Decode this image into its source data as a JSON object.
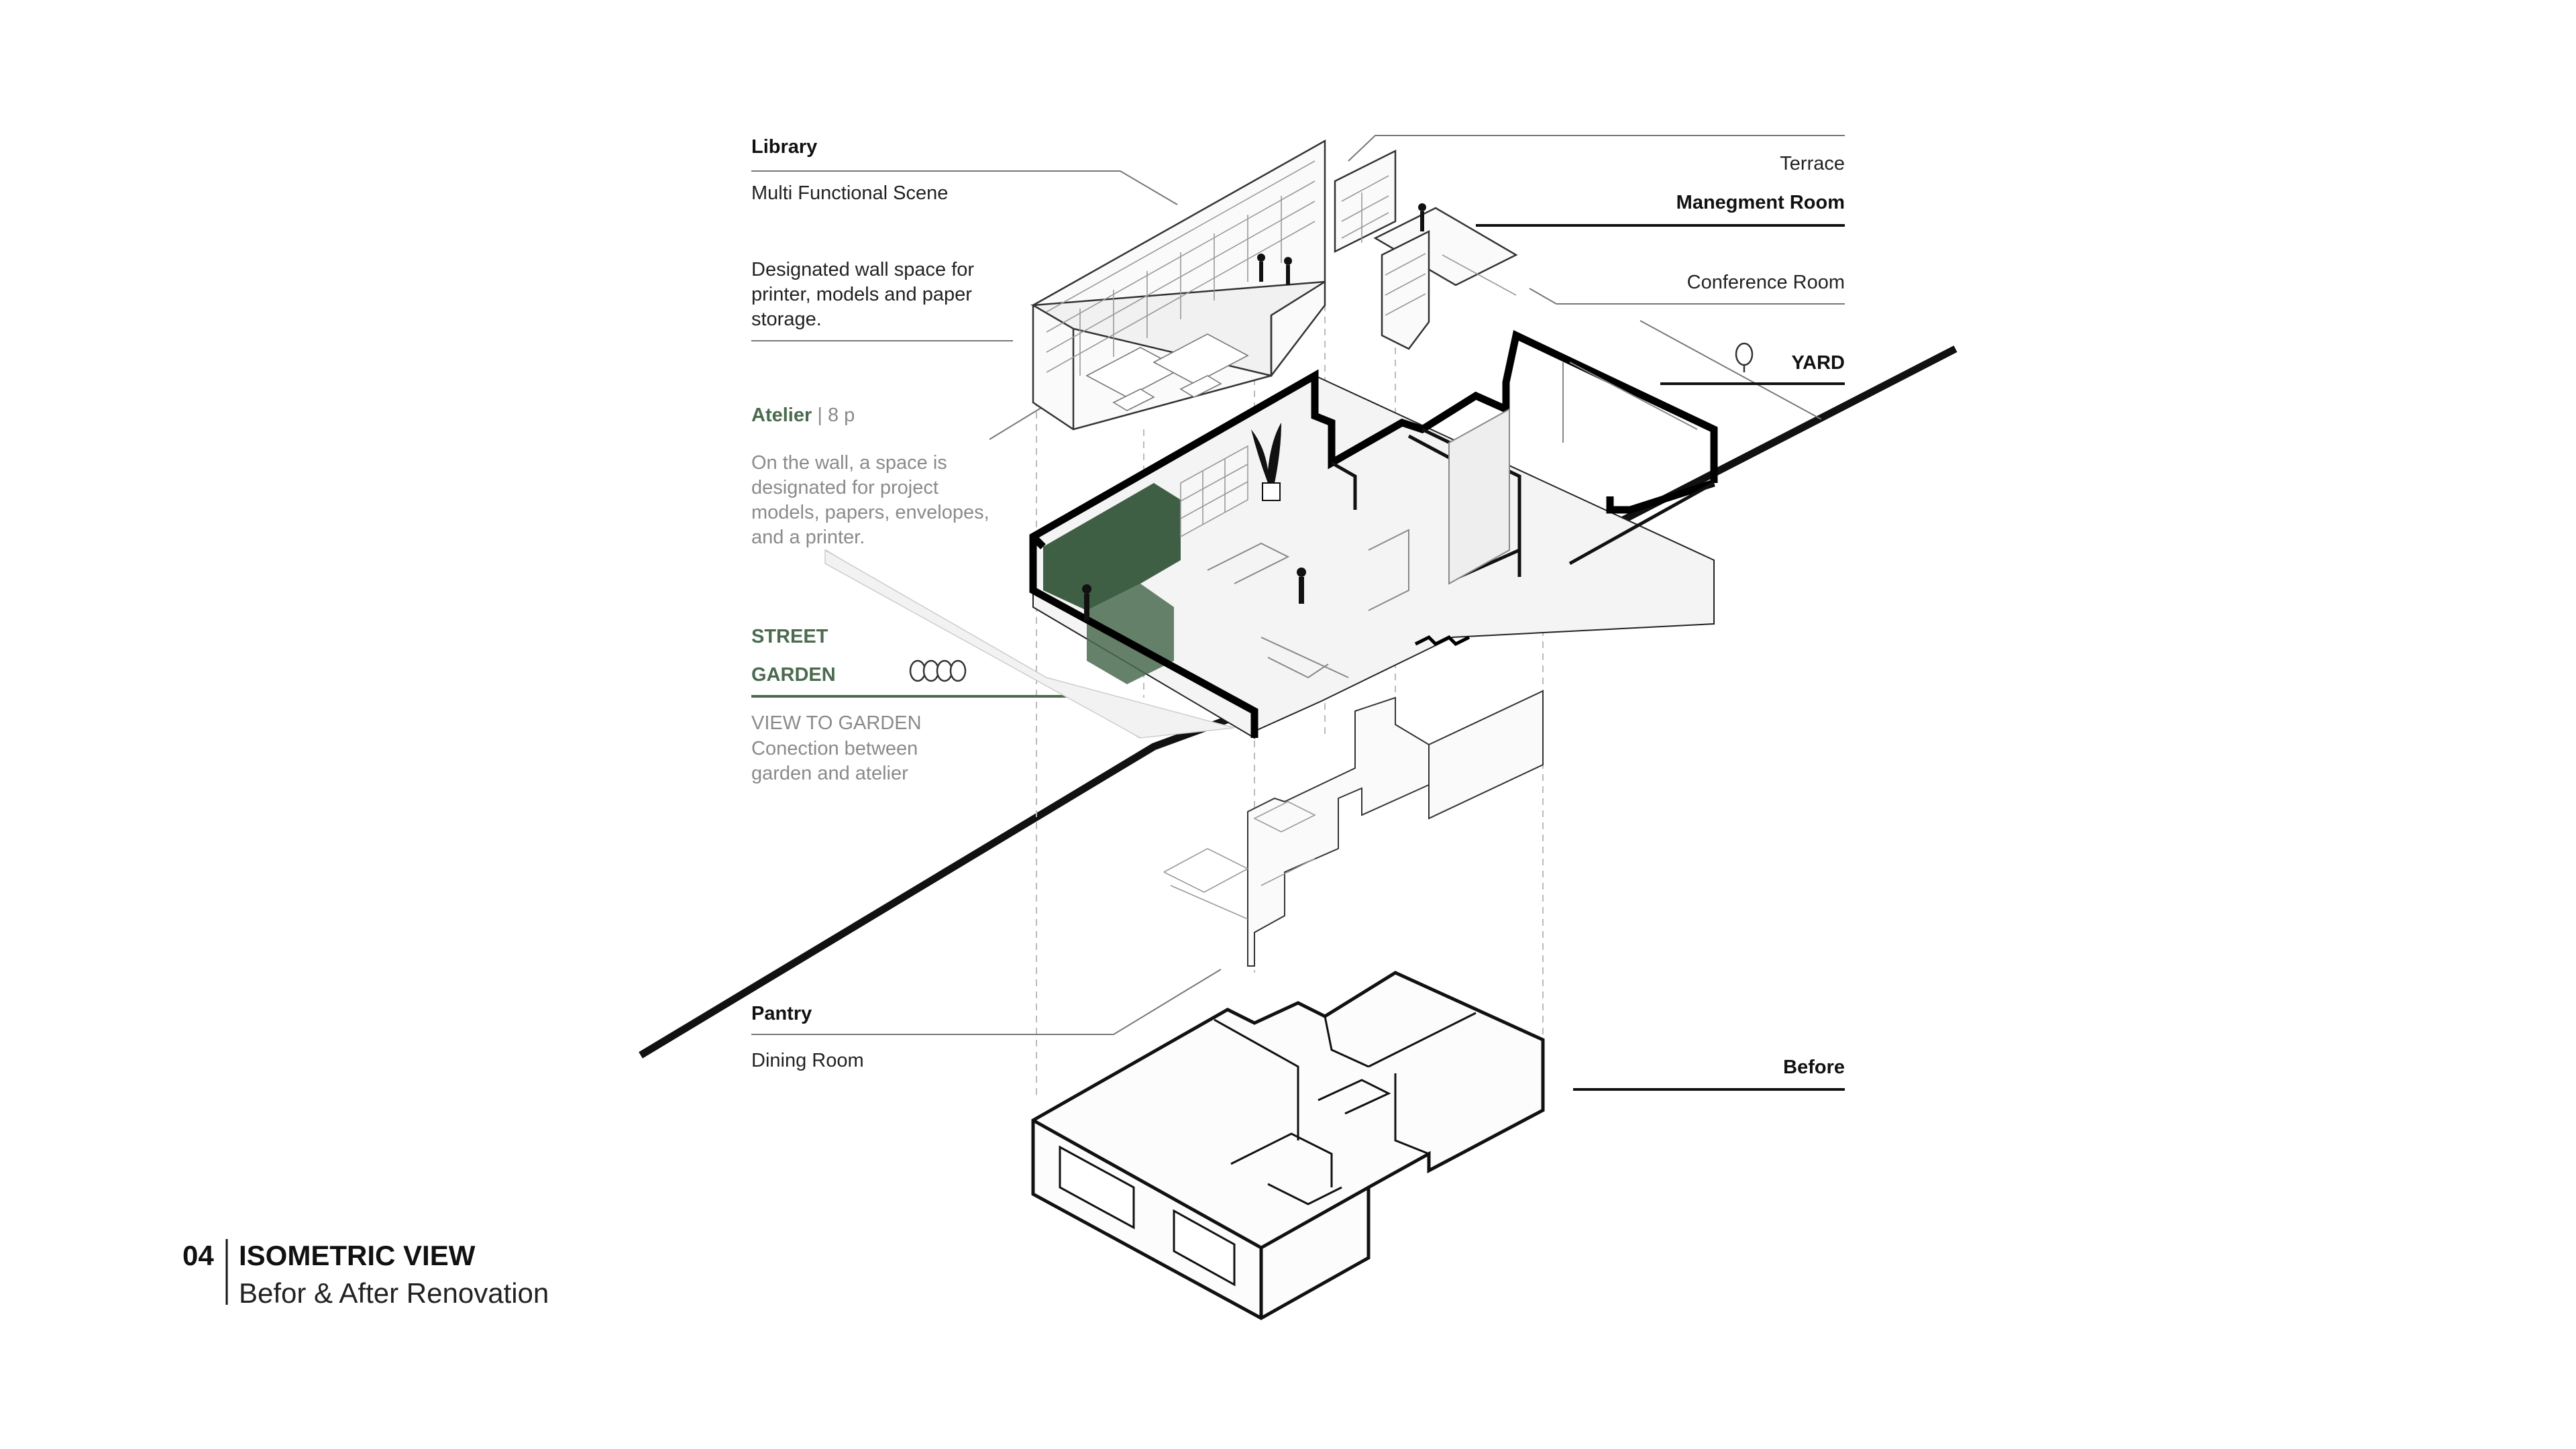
{
  "labels": {
    "library": "Library",
    "multi_functional_scene": "Multi Functional Scene",
    "wall_space_desc": "Designated wall space for printer, models and paper storage.",
    "atelier": "Atelier",
    "atelier_sep": "|",
    "atelier_capacity": "8 p",
    "atelier_desc": "On the wall, a space is designated for project models, papers, envelopes, and a printer.",
    "street": "STREET",
    "garden": "GARDEN",
    "view_to_garden": "VIEW TO GARDEN",
    "garden_desc": "Conection between garden and atelier",
    "terrace": "Terrace",
    "management_room": "Manegment  Room",
    "conference_room": "Conference Room",
    "yard": "YARD",
    "pantry": "Pantry",
    "dining_room": "Dining Room",
    "before": "Before"
  },
  "caption": {
    "number": "04",
    "title": "ISOMETRIC VIEW",
    "subtitle": "Befor & After Renovation"
  },
  "colors": {
    "accent_green": "#4b6b4f",
    "wall_green": "#3f5f45",
    "line": "#111111",
    "thin_line": "#9a9a9a"
  }
}
